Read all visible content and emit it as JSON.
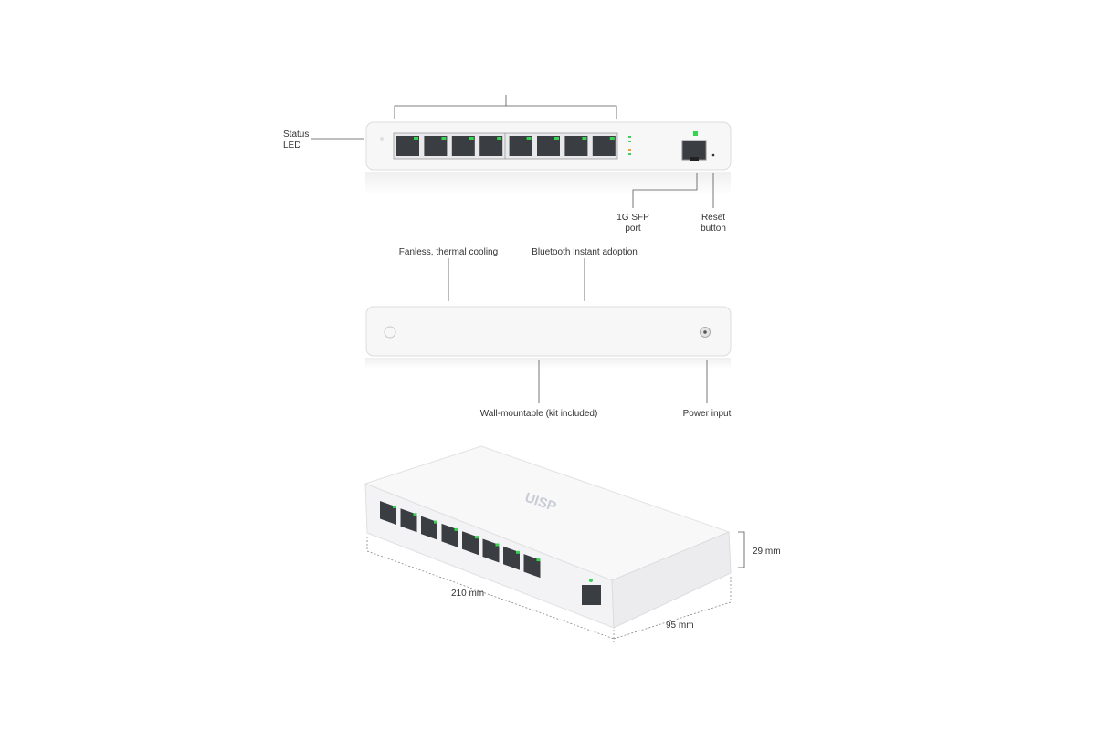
{
  "front_view": {
    "status_led_label": [
      "Status",
      "LED"
    ],
    "sfp_label": [
      "1G SFP",
      "port"
    ],
    "reset_label": [
      "Reset",
      "button"
    ],
    "rj45_port_count": 8
  },
  "back_view": {
    "fanless_label": "Fanless, thermal cooling",
    "bluetooth_label": "Bluetooth instant adoption",
    "wall_mount_label": "Wall-mountable (kit included)",
    "power_label": "Power input"
  },
  "iso_view": {
    "logo_text": "UISP",
    "height_label": "29 mm",
    "width_label": "210 mm",
    "depth_label": "95 mm"
  },
  "colors": {
    "led_green": "#39d353",
    "led_orange": "#f0a030",
    "device_body": "#f7f7f8",
    "port_dark": "#3a3d42"
  }
}
